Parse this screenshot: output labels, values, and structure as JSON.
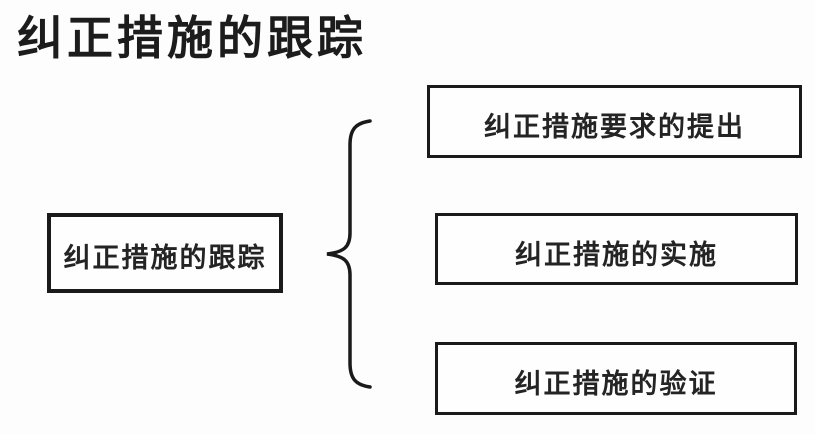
{
  "diagram": {
    "title": "纠正措施的跟踪",
    "root_node": {
      "label": "纠正措施的跟踪"
    },
    "connector": "curly-brace-left",
    "children": [
      {
        "label": "纠正措施要求的提出"
      },
      {
        "label": "纠正措施的实施"
      },
      {
        "label": "纠正措施的验证"
      }
    ],
    "colors": {
      "background": "#fdfdfd",
      "border": "#1a1a1a",
      "text": "#242424"
    }
  }
}
